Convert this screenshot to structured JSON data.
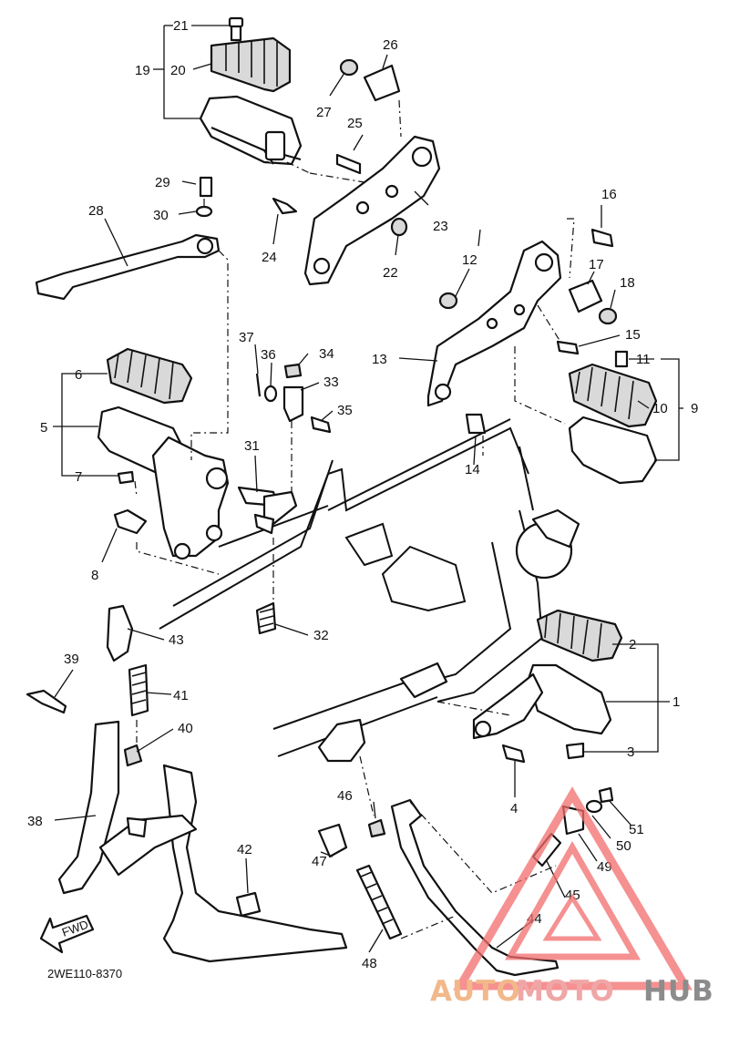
{
  "diagram": {
    "code": "2WE110-8370",
    "fwd_label": "FWD",
    "labels": {
      "n1": "1",
      "n2": "2",
      "n3": "3",
      "n4": "4",
      "n5": "5",
      "n6": "6",
      "n7": "7",
      "n8": "8",
      "n9": "9",
      "n10": "10",
      "n11": "11",
      "n12": "12",
      "n13": "13",
      "n14": "14",
      "n15": "15",
      "n16": "16",
      "n17": "17",
      "n18": "18",
      "n19": "19",
      "n20": "20",
      "n21": "21",
      "n22": "22",
      "n23": "23",
      "n24": "24",
      "n25": "25",
      "n26": "26",
      "n27": "27",
      "n28": "28",
      "n29": "29",
      "n30": "30",
      "n31": "31",
      "n32": "32",
      "n33": "33",
      "n34": "34",
      "n35": "35",
      "n36": "36",
      "n37": "37",
      "n38": "38",
      "n39": "39",
      "n40": "40",
      "n41": "41",
      "n42": "42",
      "n43": "43",
      "n44": "44",
      "n45": "45",
      "n46": "46",
      "n47": "47",
      "n48": "48",
      "n49": "49",
      "n50": "50",
      "n51": "51"
    }
  },
  "watermark": {
    "part1": "AUTO",
    "part2": "MOTO",
    "part3": "HUB",
    "color1": "#f2b88a",
    "color2": "#f0a6a6",
    "color3": "#8c8c8c",
    "triangle_color": "#f26d6d"
  }
}
